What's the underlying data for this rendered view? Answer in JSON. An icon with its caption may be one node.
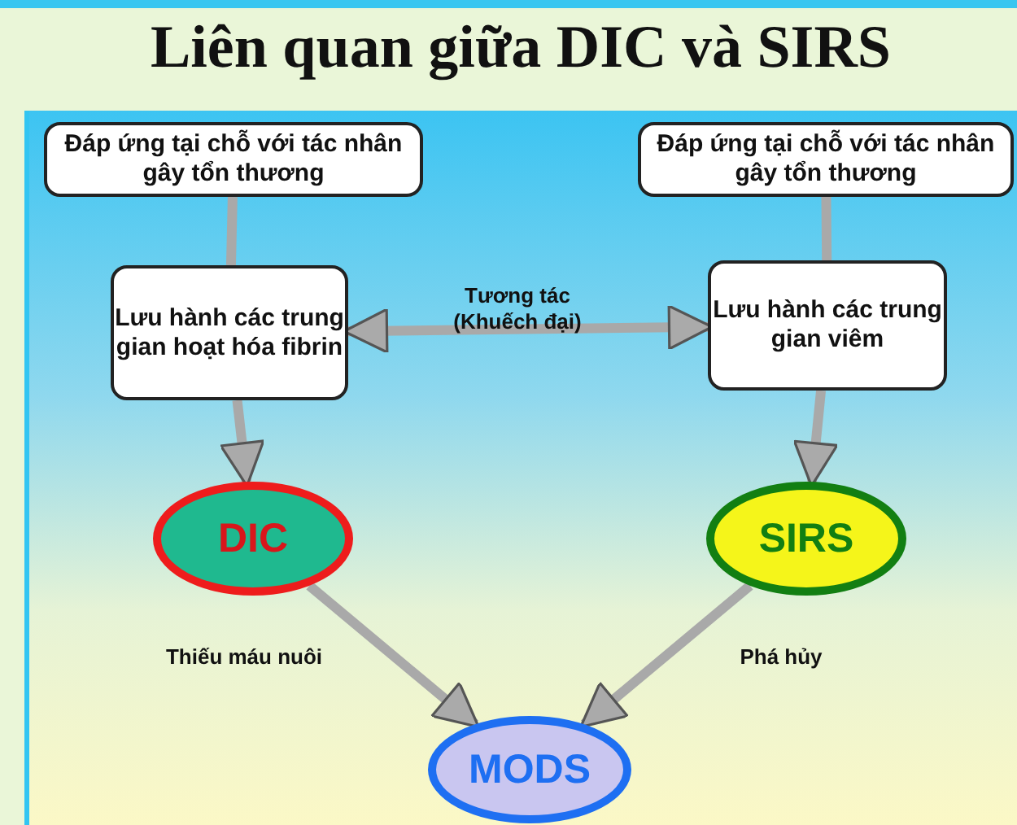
{
  "diagram": {
    "title": "Liên quan giữa DIC và SIRS",
    "nodes": [
      {
        "text": [
          "Đáp ứng tại chỗ với tác nhân gây tổn thương"
        ]
      },
      {
        "text": [
          "Đáp ứng tại chỗ với tác nhân gây tổn thương"
        ]
      },
      {
        "text": [
          "Lưu hành các trung gian hoạt hóa fibrin"
        ]
      },
      {
        "text": [
          "Lưu hành các trung gian viêm"
        ]
      },
      {
        "text": [
          "DIC"
        ]
      },
      {
        "text": [
          "SIRS"
        ]
      },
      {
        "text": [
          "MODS"
        ]
      }
    ],
    "edges": [
      {
        "from": 0,
        "to": 2,
        "arrow": "none"
      },
      {
        "from": 1,
        "to": 3,
        "arrow": "none"
      },
      {
        "from": 2,
        "to": 4,
        "arrow": "to"
      },
      {
        "from": 3,
        "to": 5,
        "arrow": "to"
      },
      {
        "from": 2,
        "to": 3,
        "arrow": "both",
        "label": "Tương tác (Khuếch đại)"
      },
      {
        "from": 4,
        "to": 6,
        "arrow": "to",
        "label": "Thiếu máu nuôi"
      },
      {
        "from": 5,
        "to": 6,
        "arrow": "to",
        "label": "Phá hủy"
      }
    ]
  }
}
